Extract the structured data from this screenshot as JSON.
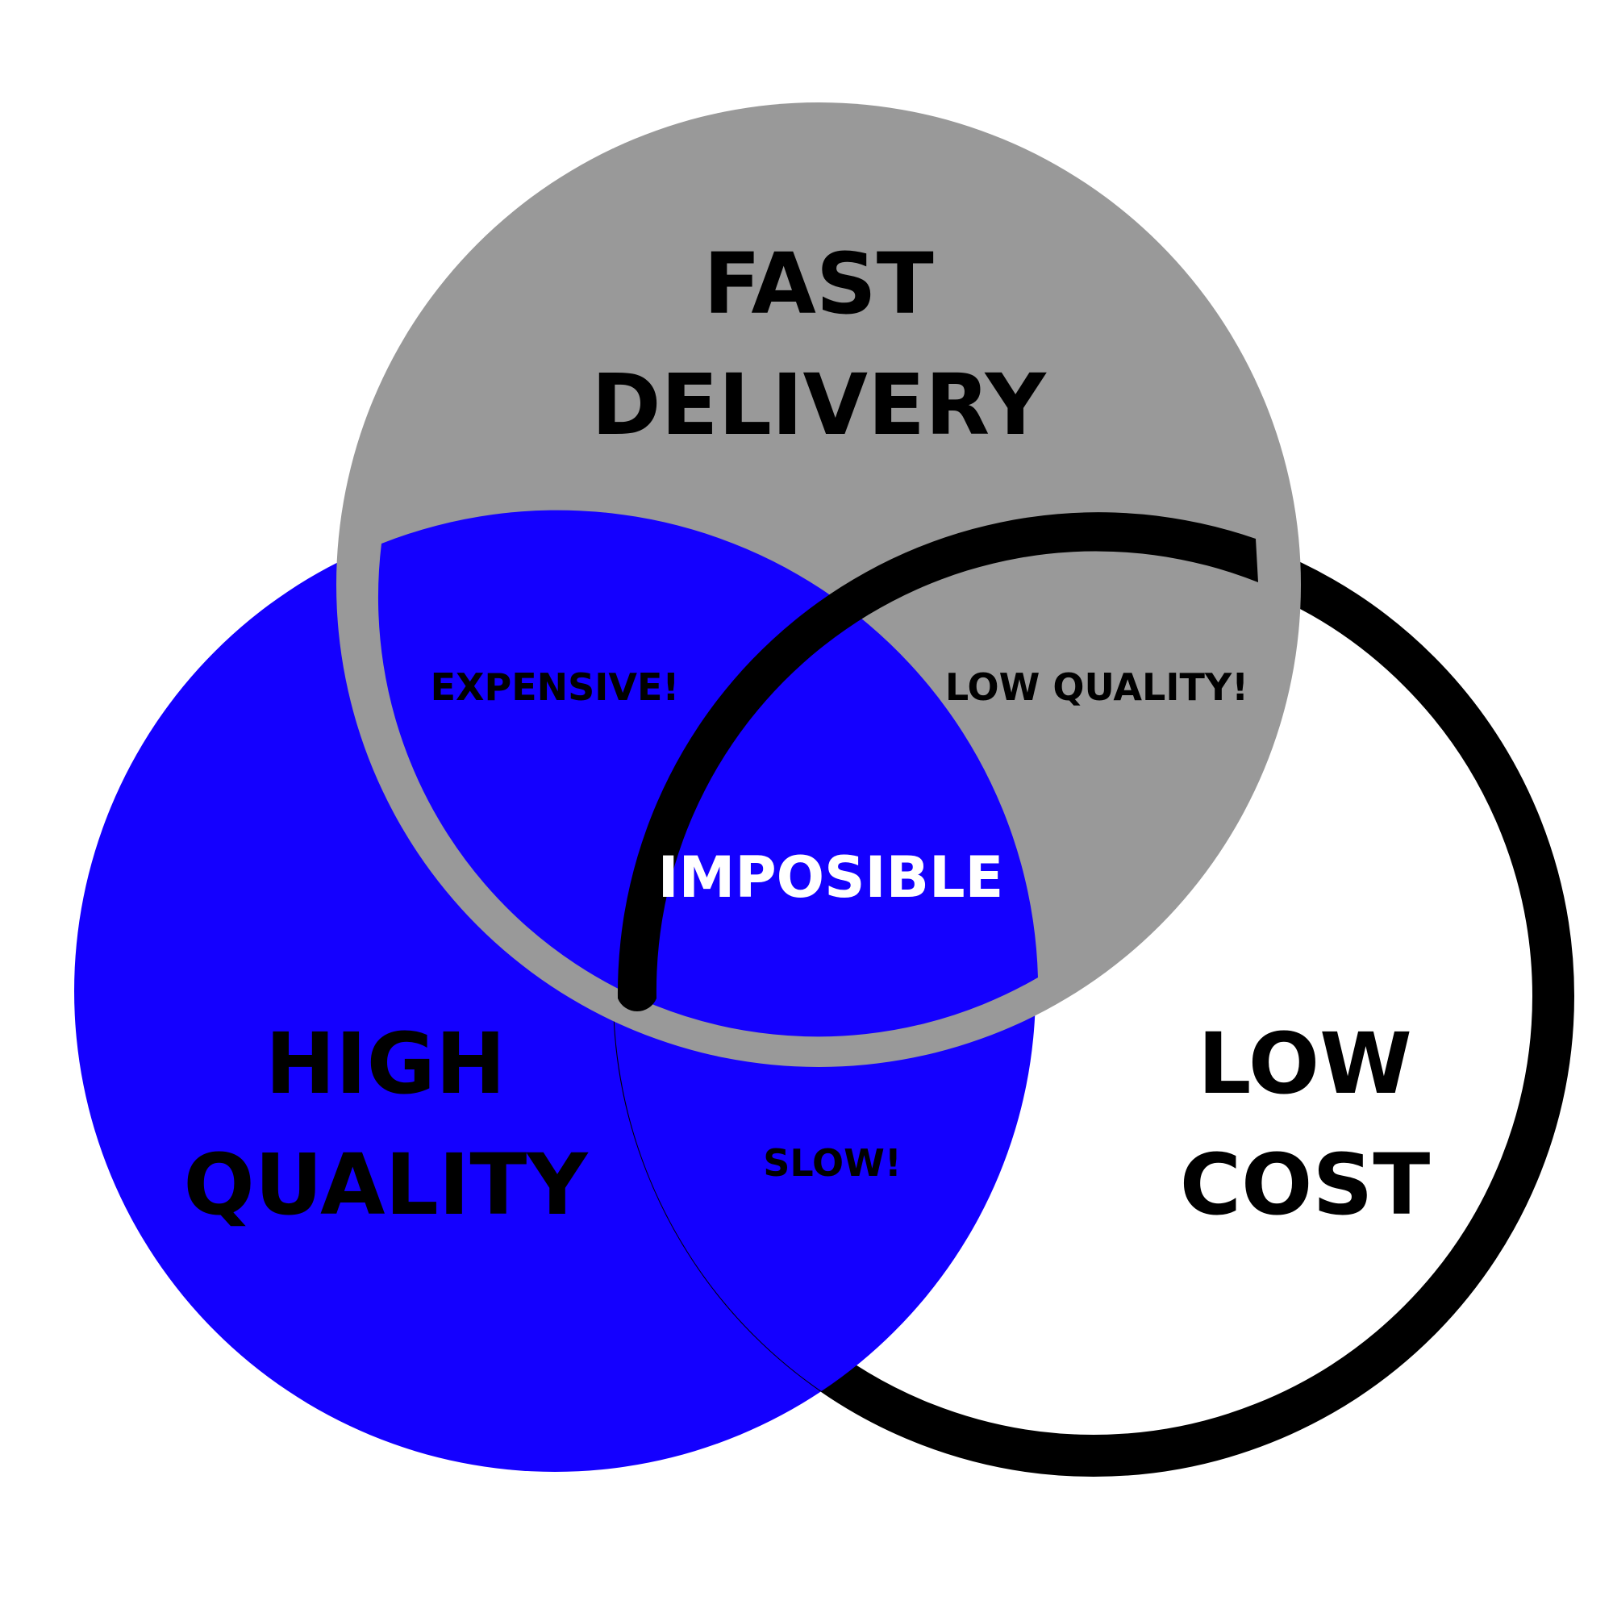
{
  "sets": {
    "fast_delivery": {
      "label_lines": [
        "FAST",
        "DELIVERY"
      ],
      "color": "#999999"
    },
    "high_quality": {
      "label_lines": [
        "HIGH",
        "QUALITY"
      ],
      "color": "#1400FF"
    },
    "low_cost": {
      "label_lines": [
        "LOW",
        "COST"
      ],
      "color": "#ffffff",
      "outline_color": "#000000"
    }
  },
  "intersections": {
    "expensive": "EXPENSIVE!",
    "low_quality": "LOW QUALITY!",
    "slow": "SLOW!",
    "impossible": "IMPOSIBLE"
  }
}
